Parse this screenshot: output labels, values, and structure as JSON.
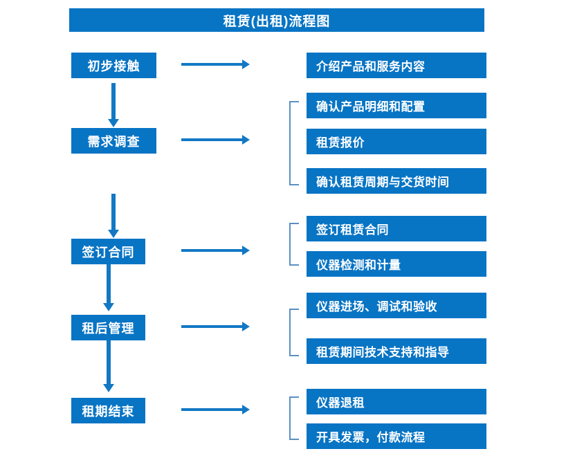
{
  "chart_data": {
    "type": "diagram",
    "title": "租赁(出租)流程图",
    "diagram_kind": "flowchart",
    "orientation": "vertical-stages-with-horizontal-details",
    "accent_color": "#0874C4",
    "arrow_color": "#1278C4",
    "bracket_color": "#5A8FC2",
    "text_color": "#FFFFFF",
    "background_color": "#FFFFFF",
    "stages": [
      {
        "label": "初步接触",
        "details": [
          "介绍产品和服务内容"
        ],
        "bracketed": false
      },
      {
        "label": "需求调查",
        "details": [
          "确认产品明细和配置",
          "租赁报价",
          "确认租赁周期与交货时间"
        ],
        "bracketed": true
      },
      {
        "label": "签订合同",
        "details": [
          "签订租赁合同",
          "仪器检测和计量"
        ],
        "bracketed": true
      },
      {
        "label": "租后管理",
        "details": [
          "仪器进场、调试和验收",
          "租赁期间技术支持和指导"
        ],
        "bracketed": true
      },
      {
        "label": "租期结束",
        "details": [
          "仪器退租",
          "开具发票，付款流程"
        ],
        "bracketed": true
      }
    ]
  },
  "title": {
    "text": "租赁(出租)流程图"
  },
  "stage_boxes": [
    {
      "label": "初步接触"
    },
    {
      "label": "需求调查"
    },
    {
      "label": "签订合同"
    },
    {
      "label": "租后管理"
    },
    {
      "label": "租期结束"
    }
  ],
  "detail_boxes": {
    "group1": [
      {
        "label": "介绍产品和服务内容"
      }
    ],
    "group2": [
      {
        "label": "确认产品明细和配置"
      },
      {
        "label": "租赁报价"
      },
      {
        "label": "确认租赁周期与交货时间"
      }
    ],
    "group3": [
      {
        "label": "签订租赁合同"
      },
      {
        "label": "仪器检测和计量"
      }
    ],
    "group4": [
      {
        "label": "仪器进场、调试和验收"
      },
      {
        "label": "租赁期间技术支持和指导"
      }
    ],
    "group5": [
      {
        "label": "仪器退租"
      },
      {
        "label": "开具发票，付款流程"
      }
    ]
  },
  "connectors": {
    "horizontal_arrow_name": "stage-to-detail-arrow",
    "vertical_arrow_name": "stage-to-stage-arrow",
    "bracket_name": "detail-group-bracket"
  }
}
